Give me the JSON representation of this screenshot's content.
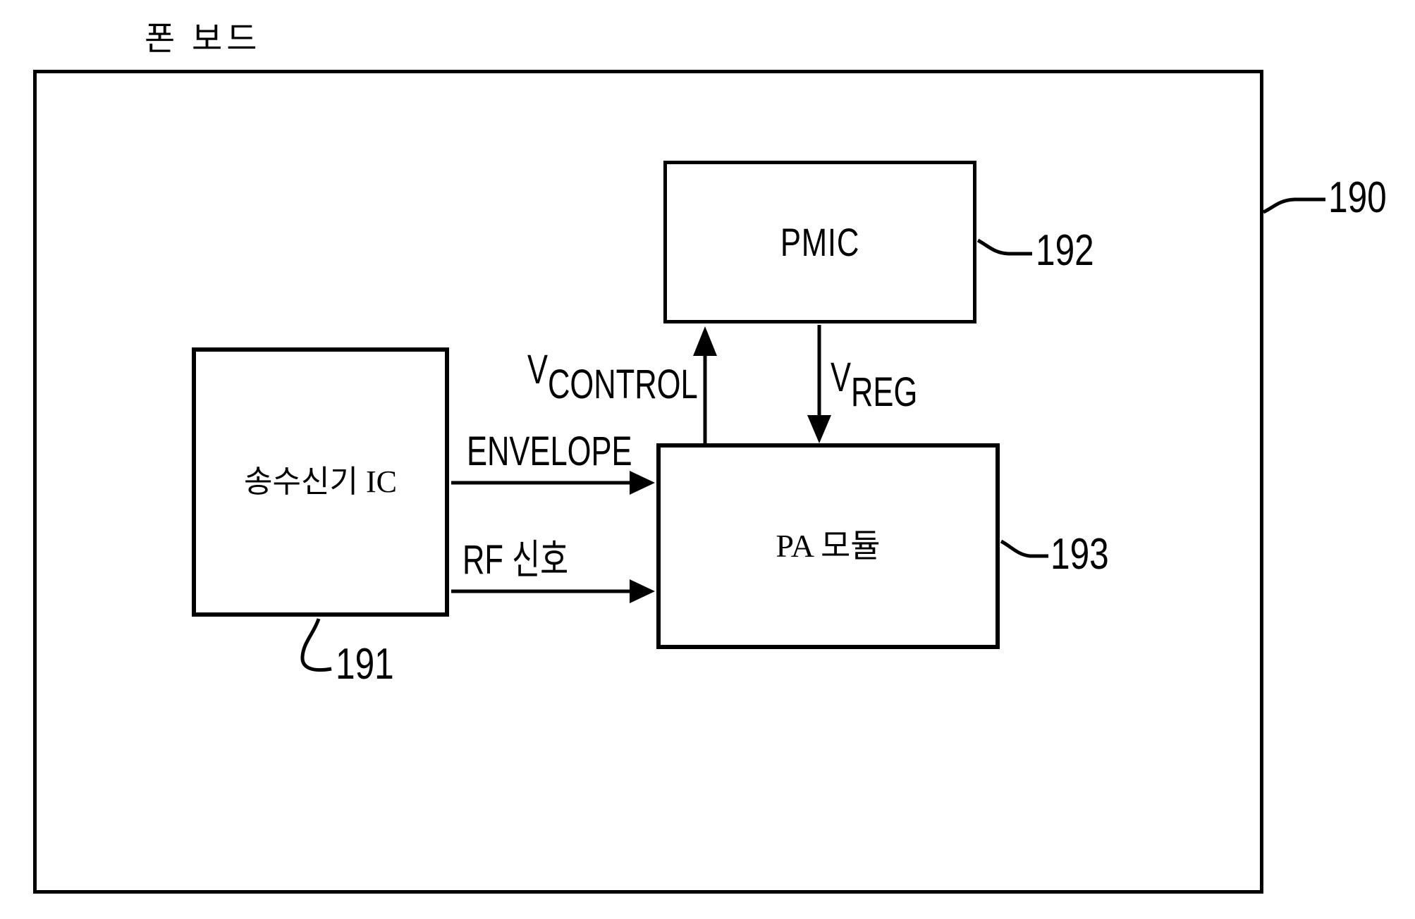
{
  "figure": {
    "board": {
      "label": "폰 보드",
      "ref": "190"
    },
    "blocks": {
      "transceiver": {
        "label": "송수신기 IC",
        "ref": "191"
      },
      "pmic": {
        "label": "PMIC",
        "ref": "192"
      },
      "pa": {
        "label": "PA 모듈",
        "ref": "193"
      }
    },
    "signals": {
      "envelope": {
        "label": "ENVELOPE"
      },
      "rf": {
        "label": "RF 신호"
      },
      "vcontrol": {
        "main": "V",
        "sub": "CONTROL"
      },
      "vreg": {
        "main": "V",
        "sub": "REG"
      }
    },
    "colors": {
      "ink": "#000000",
      "background": "#ffffff"
    }
  }
}
